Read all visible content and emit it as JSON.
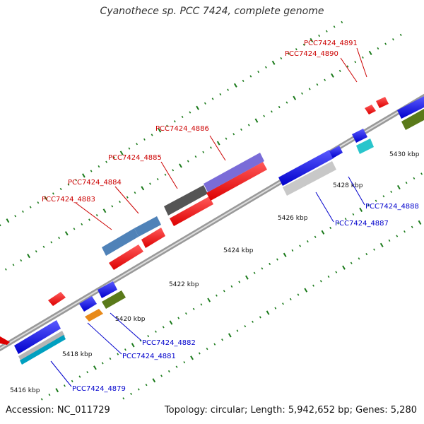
{
  "header": {
    "title": "Cyanothece sp. PCC 7424, complete genome"
  },
  "footer": {
    "accession": "Accession: NC_011729",
    "summary": "Topology: circular; Length: 5,942,652 bp; Genes: 5,280"
  },
  "ruler": {
    "ticks": [
      "5416 kbp",
      "5418 kbp",
      "5420 kbp",
      "5422 kbp",
      "5424 kbp",
      "5426 kbp",
      "5428 kbp",
      "5430 kbp"
    ]
  },
  "labels": {
    "forward": [
      "PCC7424_4883",
      "PCC7424_4884",
      "PCC7424_4885",
      "PCC7424_4886",
      "PCC7424_4890",
      "PCC7424_4891"
    ],
    "reverse": [
      "PCC7424_4879",
      "PCC7424_4881",
      "PCC7424_4882",
      "PCC7424_4887",
      "PCC7424_4888"
    ]
  },
  "colors": {
    "forward_label": "#cc0000",
    "reverse_label": "#0000cc",
    "backbone": "#888888",
    "tick": "#1a7a1a"
  }
}
